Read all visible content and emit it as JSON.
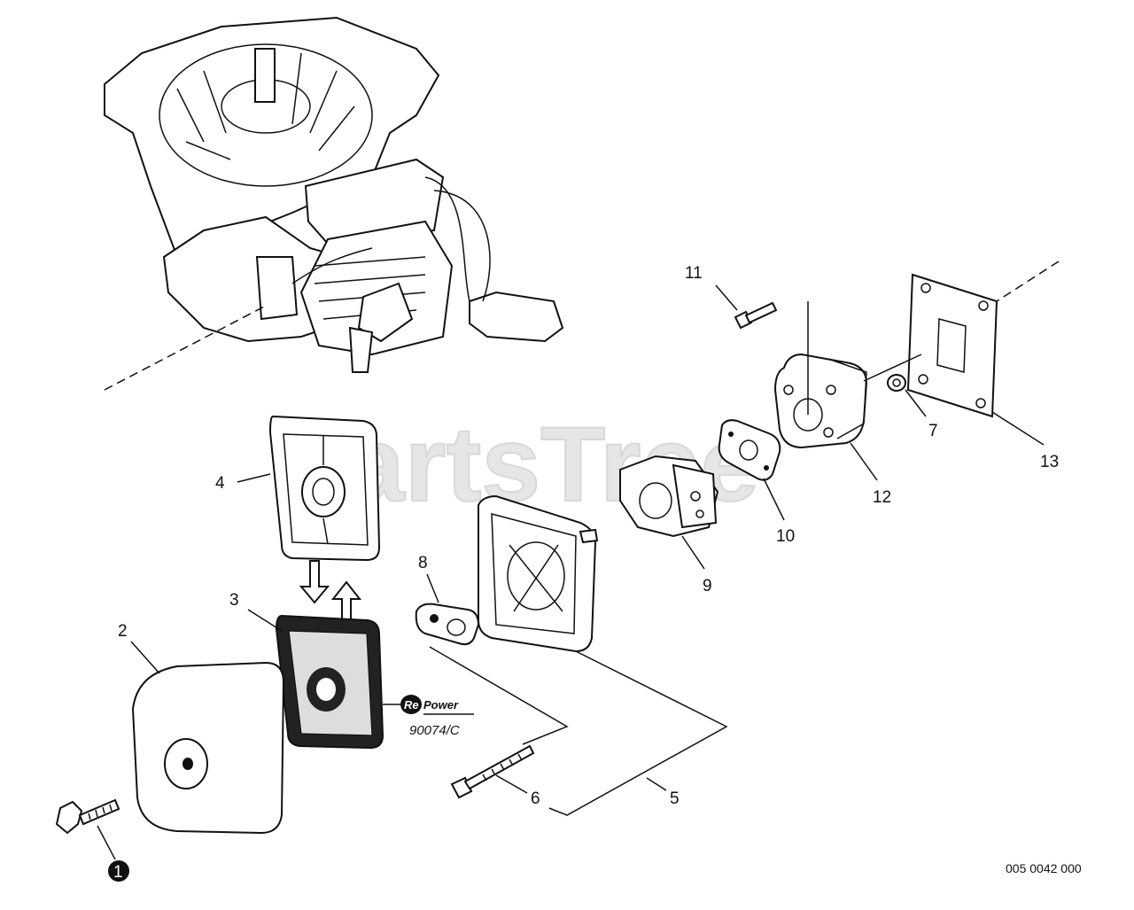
{
  "watermark": "PartsTree",
  "figure_number": "005 0042 000",
  "repower_badge": {
    "brand_prefix": "Re",
    "brand_suffix": "Power",
    "code": "90074/C"
  },
  "callouts": {
    "c1": "1",
    "c2": "2",
    "c3": "3",
    "c4": "4",
    "c5": "5",
    "c6": "6",
    "c7": "7",
    "c8": "8",
    "c9": "9",
    "c10": "10",
    "c11": "11",
    "c12": "12",
    "c13": "13"
  }
}
